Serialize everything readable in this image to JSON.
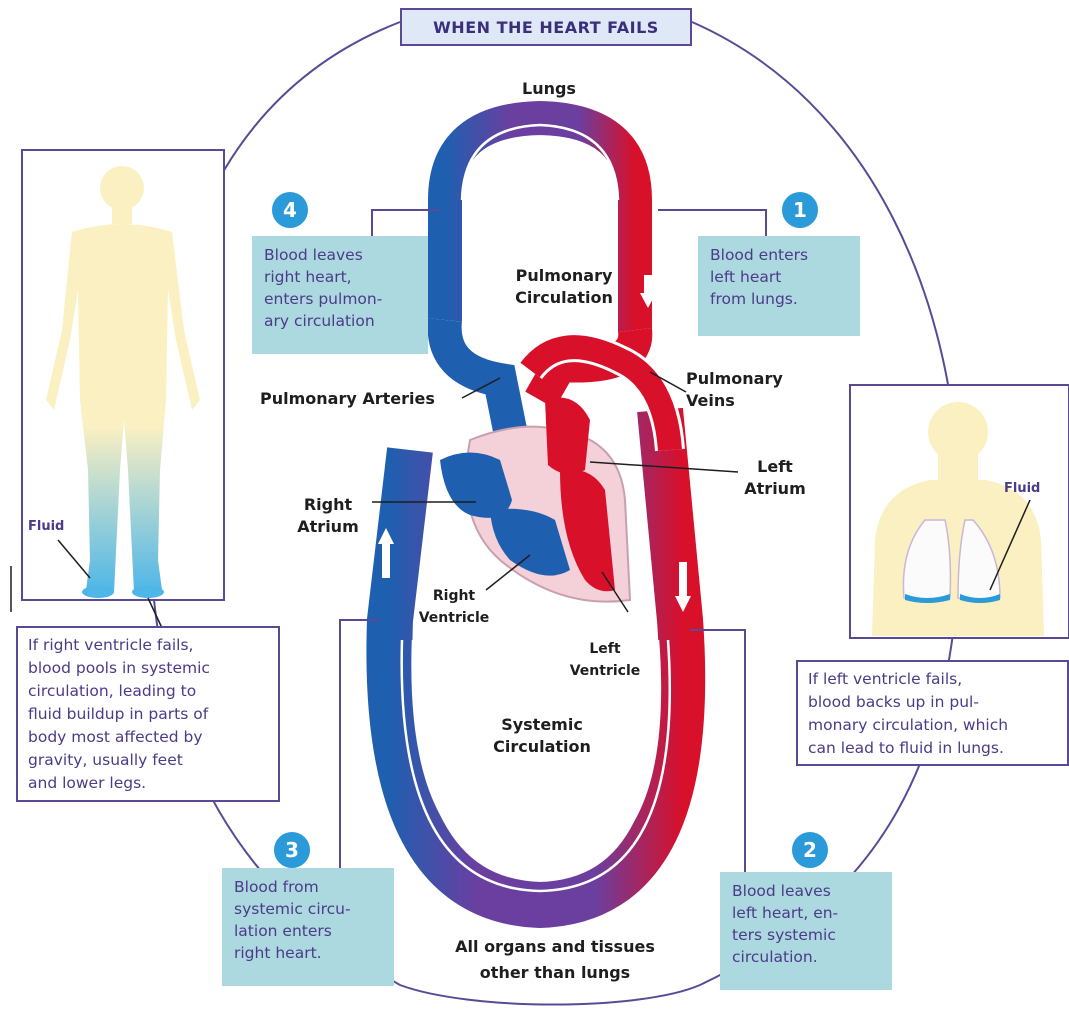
{
  "title": "WHEN THE HEART FAILS",
  "labels": {
    "lungs": "Lungs",
    "pulmonary_circulation": "Pulmonary Circulation",
    "systemic_circulation": "Systemic Circulation",
    "all_organs": "All organs and tissues other than lungs",
    "pulmonary_arteries": "Pulmonary Arteries",
    "pulmonary_veins": "Pulmonary Veins",
    "left_atrium": "Left Atrium",
    "right_atrium": "Right Atrium",
    "right_ventricle": "Right Ventricle",
    "left_ventricle": "Left Ventricle",
    "fluid_body": "Fluid",
    "fluid_lungs": "Fluid"
  },
  "steps": [
    {
      "number": "1",
      "text": "Blood enters\nleft heart\nfrom lungs."
    },
    {
      "number": "2",
      "text": "Blood leaves\nleft heart, en-\nters systemic\ncirculation."
    },
    {
      "number": "3",
      "text": "Blood from\nsystemic circu-\nlation enters\nright heart."
    },
    {
      "number": "4",
      "text": "Blood leaves\nright heart,\nenters pulmon-\nary circulation"
    }
  ],
  "notes": {
    "right_failure": "If right ventricle fails,\nblood pools in systemic\ncirculation, leading to\nfluid buildup in parts of\nbody most affected by\ngravity, usually feet\nand lower legs.",
    "left_failure": "If left ventricle fails,\nblood backs up in pul-\nmonary circulation, which\ncan lead to fluid in lungs."
  },
  "colors": {
    "oxygenated": "#d8102a",
    "deoxygenated": "#1f5fb0",
    "vessel_purple": "#6a3fa0",
    "accent_badge": "#2a9bd8",
    "callout_box": "#acd8e0",
    "border": "#5a4a96",
    "skin": "#fbf0c2"
  }
}
